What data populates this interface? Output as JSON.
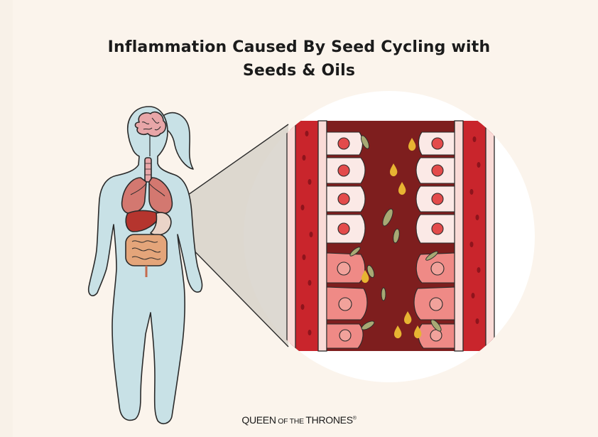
{
  "title": {
    "line1": "Inflammation Caused By Seed Cycling with",
    "line2": "Seeds & Oils"
  },
  "brand": {
    "part1": "QUEEN",
    "part2": " OF THE ",
    "part3": "THRONES",
    "mark": "®"
  },
  "colors": {
    "background": "#fbf4ec",
    "body_fill": "#c8e1e6",
    "vessel_wall": "#c9252c",
    "lumen": "#7e1e1e",
    "healthy_cell": "#fbe9e6",
    "inflamed_cell": "#ef8a86",
    "oil_drop": "#e7b432",
    "seed": "#a8a974"
  }
}
